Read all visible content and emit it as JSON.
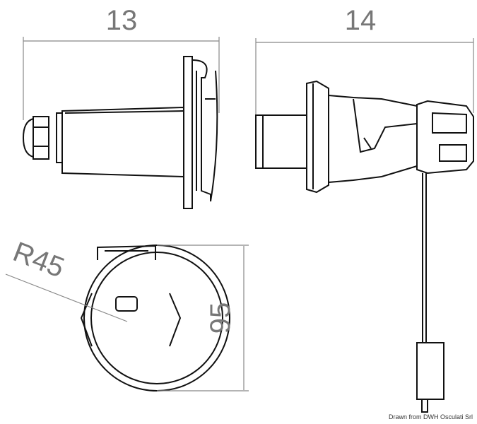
{
  "dimensions": {
    "side_width": "13",
    "plug_width": "14",
    "radius": "R45",
    "diameter": "95"
  },
  "credit": "Drawn from DWH Osculati Srl"
}
